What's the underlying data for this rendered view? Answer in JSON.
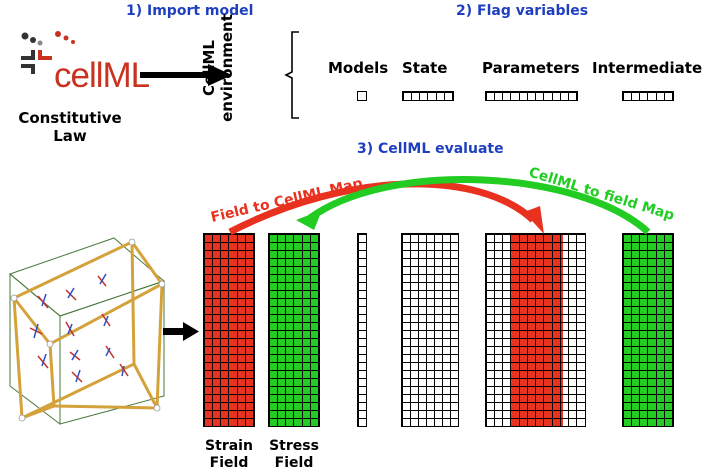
{
  "steps": {
    "import": "1) Import model",
    "flag": "2) Flag variables",
    "evaluate": "3) CellML evaluate"
  },
  "logo": {
    "text": "cellML",
    "caption_line1": "Constitutive",
    "caption_line2": "Law"
  },
  "environment": {
    "line1": "CellML",
    "line2": "environment"
  },
  "variable_types": [
    "Models",
    "State",
    "Parameters",
    "Intermediate"
  ],
  "maps": {
    "field_to_cellml": "Field to CellML Map",
    "cellml_to_field": "CellML to field Map"
  },
  "fields": {
    "strain": {
      "line1": "Strain",
      "line2": "Field"
    },
    "stress": {
      "line1": "Stress",
      "line2": "Field"
    }
  },
  "colors": {
    "step_blue": "#1f3fbf",
    "red": "#e8321f",
    "green": "#22cc22",
    "logo_red": "#c8321f",
    "cube_gold": "#d4a23a",
    "cube_green": "#4a7a3a"
  }
}
